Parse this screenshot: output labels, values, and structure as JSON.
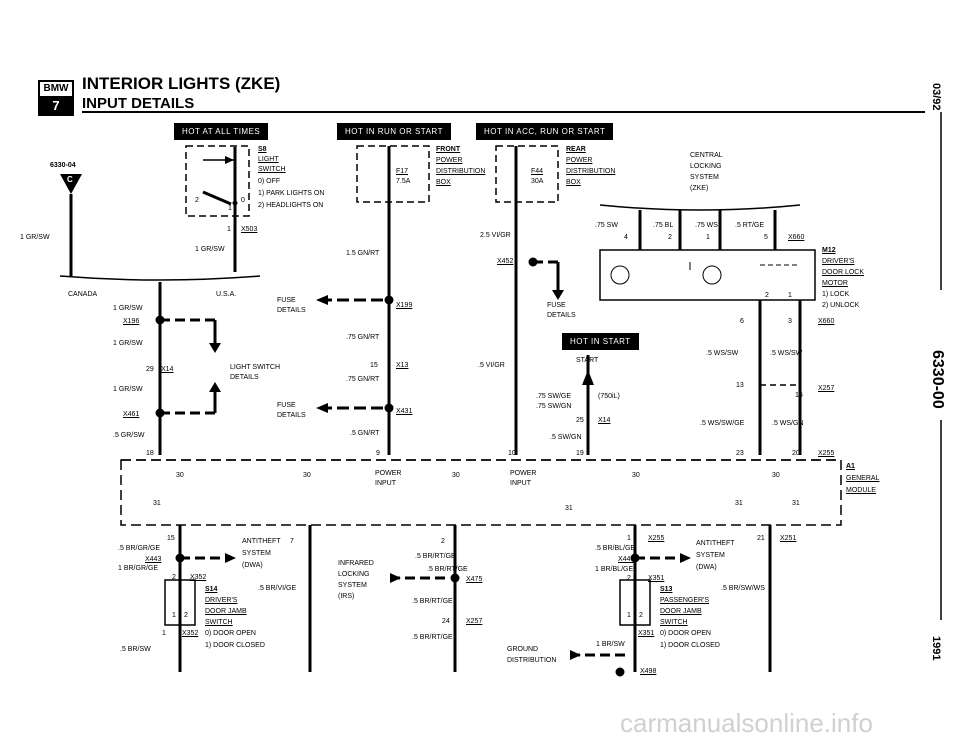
{
  "header": {
    "brand": "BMW",
    "brand_sub": "7",
    "title": "INTERIOR LIGHTS (ZKE)",
    "subtitle": "INPUT DETAILS",
    "date": "03/92",
    "page_code": "6330-00",
    "year": "1991"
  },
  "power_bars": {
    "hot_always": "HOT AT ALL TIMES",
    "hot_run_start": "HOT IN RUN OR START",
    "hot_acc_run_start": "HOT IN ACC, RUN OR START",
    "hot_start": "HOT IN START"
  },
  "ref": {
    "code": "6330-04",
    "letter": "C"
  },
  "light_switch": {
    "s8": "S8",
    "lines": [
      "LIGHT",
      "SWITCH"
    ],
    "opt0": "0) OFF",
    "opt1": "1) PARK LIGHTS ON",
    "opt2": "2) HEADLIGHTS ON",
    "pos2": "2",
    "pos1": "1",
    "pos0": "0"
  },
  "fuses": {
    "f17": "F17",
    "f17_amp": "7.5A",
    "f44": "F44",
    "f44_amp": "30A",
    "front": [
      "FRONT",
      "POWER",
      "DISTRIBUTION",
      "BOX"
    ],
    "rear": [
      "REAR",
      "POWER",
      "DISTRIBUTION",
      "BOX"
    ]
  },
  "central": [
    "CENTRAL",
    "LOCKING",
    "SYSTEM",
    "(ZKE)"
  ],
  "motor": [
    "M12",
    "DRIVER'S",
    "DOOR LOCK",
    "MOTOR",
    "1) LOCK",
    "2) UNLOCK"
  ],
  "labels": {
    "gr_sw_1": "1 GR/SW",
    "gr_sw_2": "1 GR/SW",
    "gr_sw_3": "1 GR/SW",
    "gr_sw_4": "1 GR/SW",
    "gr_sw_5": "1 GR/SW",
    "gr_sw_6": ".5 GR/SW",
    "gn_rt_15": "1.5 GN/RT",
    "gn_rt_75a": ".75 GN/RT",
    "gn_rt_75b": ".75 GN/RT",
    "gn_rt_5": ".5 GN/RT",
    "vi_gr_25": "2.5 VI/GR",
    "vi_gr_5": ".5 VI/GR",
    "canada": "CANADA",
    "usa": "U.S.A.",
    "fuse_details": [
      "FUSE",
      "DETAILS"
    ],
    "light_switch_details": [
      "LIGHT SWITCH",
      "DETAILS"
    ],
    "start": "START",
    "sw_ge": ".75 SW/GE",
    "sw_gn_75": ".75 SW/GN",
    "sw_gn_5": ".5 SW/GN",
    "l750": "(750iL)",
    "sw_75": ".75 SW",
    "bl_75": ".75 BL",
    "ws_75": ".75 WS",
    "rt_ge_5": ".5 RT/GE",
    "ws_sw_a": ".5 WS/SW",
    "ws_sw_b": ".5 WS/SW",
    "ws_sw_ge": ".5 WS/SW/GE",
    "ws_gn": ".5 WS/GN"
  },
  "connectors": {
    "x503": "X503",
    "x196": "X196",
    "x461": "X461",
    "x14a": "X14",
    "x199": "X199",
    "x13": "X13",
    "x431": "X431",
    "x452": "X452",
    "x14b": "X14",
    "x660a": "X660",
    "x660b": "X660",
    "x257": "X257",
    "x255": "X255",
    "x443": "X443",
    "x352a": "X352",
    "x352b": "X352",
    "x255b": "X255",
    "x445": "X445",
    "x351a": "X351",
    "x351b": "X351",
    "x251": "X251",
    "x475": "X475",
    "x257b": "X257",
    "x498": "X498"
  },
  "pins": {
    "p1": "1",
    "p29": "29",
    "p18": "18",
    "p15": "15",
    "p9": "9",
    "p10": "10",
    "p19": "19",
    "p25": "25",
    "p4": "4",
    "p2": "2",
    "p1b": "1",
    "p5": "5",
    "p6": "6",
    "p3": "3",
    "p13": "13",
    "p16": "16",
    "p23": "23",
    "p20": "20",
    "p21": "21",
    "p24": "24",
    "m2": "2",
    "m1": "1"
  },
  "module": {
    "a1": "A1",
    "general": "GENERAL",
    "module": "MODULE",
    "n30a": "30",
    "n30b": "30",
    "n30c": "30",
    "n30d": "30",
    "n30e": "30",
    "n31a": "31",
    "n31b": "31",
    "n31c": "31",
    "n31d": "31",
    "power_input_1": [
      "POWER",
      "INPUT"
    ],
    "power_input_2": [
      "POWER",
      "INPUT"
    ]
  },
  "bottom": {
    "br_gr_ge_15": ".5 BR/GR/GE",
    "br_gr_ge_1": "1 BR/GR/GE",
    "antitheft_l": [
      "ANTITHEFT",
      "SYSTEM",
      "(DWA)"
    ],
    "br_vi_ge": ".5 BR/VI/GE",
    "s14": [
      "S14",
      "DRIVER'S",
      "DOOR JAMB",
      "SWITCH"
    ],
    "door_open_l": "0) DOOR OPEN",
    "door_closed_l": "1) DOOR CLOSED",
    "br_sw": ".5 BR/SW",
    "infrared": [
      "INFRARED",
      "LOCKING",
      "SYSTEM",
      "(IRS)"
    ],
    "br_rt_ge_a": ".5 BR/RT/GE",
    "br_rt_ge_b": ".5 BR/RT/GE",
    "br_rt_ge_c": ".5 BR/RT/GE",
    "br_rt_ge_d": ".5 BR/RT/GE",
    "ground": [
      "GROUND",
      "DISTRIBUTION"
    ],
    "br_bl_ge_5": ".5 BR/BL/GE",
    "br_bl_ge_1": "1 BR/BL/GE",
    "antitheft_r": [
      "ANTITHEFT",
      "SYSTEM",
      "(DWA)"
    ],
    "s13": [
      "S13",
      "PASSENGER'S",
      "DOOR JAMB",
      "SWITCH"
    ],
    "door_open_r": "0) DOOR OPEN",
    "door_closed_r": "1) DOOR CLOSED",
    "br_sw_1": "1 BR/SW",
    "br_sw_ws": ".5 BR/SW/WS",
    "p7": "7",
    "p2a": "2",
    "p2b": "2",
    "p1c": "1",
    "p1d": "1",
    "p2c": "2",
    "sw1": "1",
    "sw2": "2",
    "sw1b": "1",
    "sw2b": "2"
  },
  "watermark": "carmanualsonline.info"
}
